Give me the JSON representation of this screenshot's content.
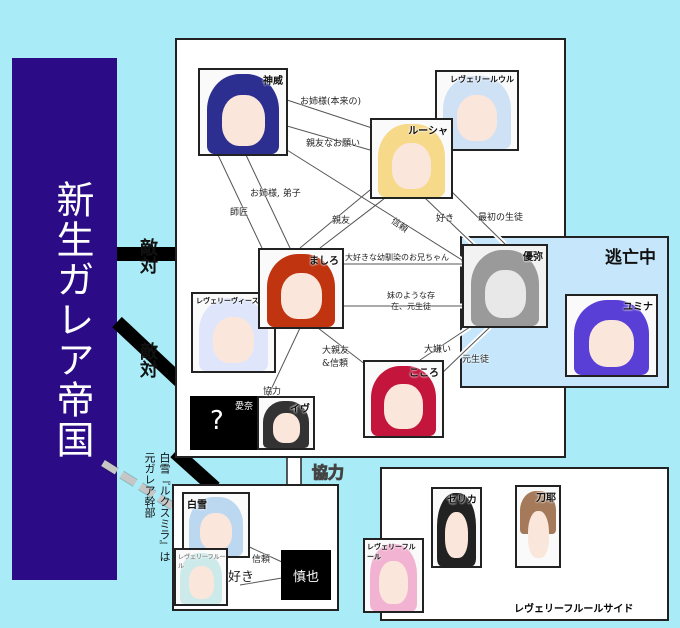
{
  "empire": {
    "title": "新生ガレア帝国",
    "color": "#2b0b86"
  },
  "relations_outer": {
    "hostile_1": "敵対",
    "hostile_2": "敵対",
    "cooperate": "協力",
    "note": "白雪『ルクスミラ』は元ガレア幹部"
  },
  "fugitive_box": {
    "title": "逃亡中",
    "color": "#c6e7fb"
  },
  "characters": {
    "kamui": "神威",
    "reverie_top": "レヴェリールウル",
    "lusha": "ルーシャ",
    "mashiro": "ましろ",
    "reverie_left": "レヴェリーヴィース",
    "yuya": "優弥",
    "yumina": "ユミナ",
    "kokoro": "こころ",
    "aina": "愛奈",
    "aina_mark": "?",
    "eve": "イヴ",
    "shirayuki": "白雪",
    "reverie_fleur_small": "レヴェリーフルール",
    "shinya": "慎也",
    "serika": "セリカ",
    "toya": "刀耶",
    "reverie_fleur": "レヴェリーフルール"
  },
  "edges": {
    "kamui_lusha": "お姉様(本来の)",
    "lusha_kamui": "親友なお願い",
    "kamui_mashiro": "お姉様, 弟子",
    "mashiro_kamui": "師匠",
    "lusha_mashiro": "親友",
    "kamui_yuya": "信頼",
    "lusha_yuya": "好き",
    "yuya_lusha": "最初の生徒",
    "mashiro_yuya": "大好きな幼馴染のお兄ちゃん",
    "yuya_mashiro": "妹のような存在、元生徒",
    "mashiro_kokoro": "大親友&信頼",
    "kokoro_yuya": "大嫌い",
    "yuya_kokoro": "元生徒",
    "eve_mashiro": "協力",
    "shirayuki_shinya": "信頼",
    "fleur_shinya": "好き"
  },
  "side_box": {
    "title": "レヴェリーフルールサイド"
  }
}
